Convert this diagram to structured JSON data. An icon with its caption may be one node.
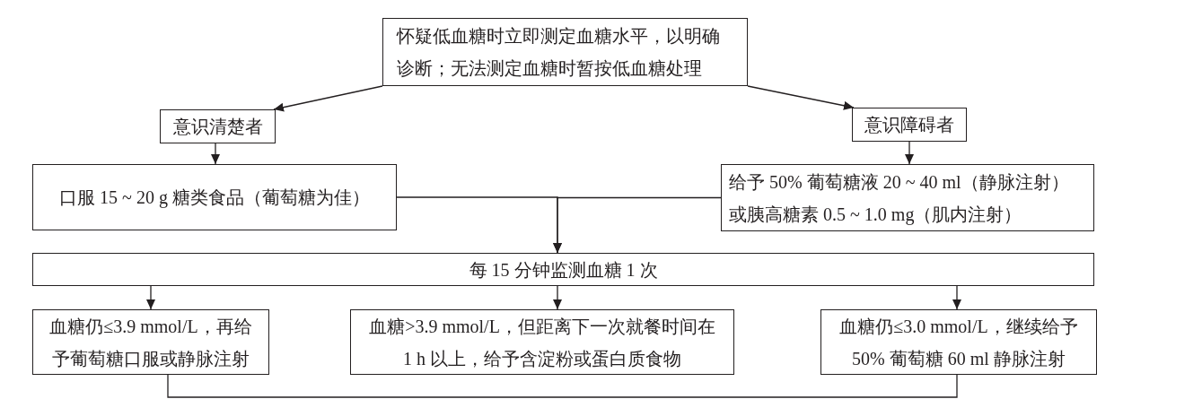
{
  "diagram": {
    "nodes": [
      {
        "text": [
          "怀疑低血糖时立即测定血糖水平，以明确诊断；无法测定血糖时暂按低血糖处理"
        ]
      },
      {
        "text": [
          "意识清楚者"
        ]
      },
      {
        "text": [
          "意识障碍者"
        ]
      },
      {
        "text": [
          "口服 15 ~ 20 g 糖类食品（葡萄糖为佳）"
        ]
      },
      {
        "text": [
          "给予 50% 葡萄糖液 20 ~ 40 ml（静脉注射）或胰高糖素 0.5 ~ 1.0 mg（肌内注射）"
        ]
      },
      {
        "text": [
          "每 15 分钟监测血糖 1 次"
        ]
      },
      {
        "text": [
          "血糖仍≤3.9 mmol/L，再给予葡萄糖口服或静脉注射"
        ]
      },
      {
        "text": [
          "血糖>3.9 mmol/L，但距离下一次就餐时间在 1 h 以上，给予含淀粉或蛋白质食物"
        ]
      },
      {
        "text": [
          "血糖仍≤3.0 mmol/L，继续给予 50% 葡萄糖 60 ml 静脉注射"
        ]
      }
    ],
    "edges": [
      {
        "from": 0,
        "to": 1,
        "arrow": "to"
      },
      {
        "from": 0,
        "to": 2,
        "arrow": "to"
      },
      {
        "from": 1,
        "to": 3,
        "arrow": "to"
      },
      {
        "from": 2,
        "to": 4,
        "arrow": "to"
      },
      {
        "from": 3,
        "to": 5,
        "arrow": "to"
      },
      {
        "from": 4,
        "to": 5,
        "arrow": "to"
      },
      {
        "from": 5,
        "to": 6,
        "arrow": "to"
      },
      {
        "from": 5,
        "to": 7,
        "arrow": "to"
      },
      {
        "from": 5,
        "to": 8,
        "arrow": "to"
      },
      {
        "from": 6,
        "to": 8,
        "arrow": "none"
      }
    ]
  }
}
